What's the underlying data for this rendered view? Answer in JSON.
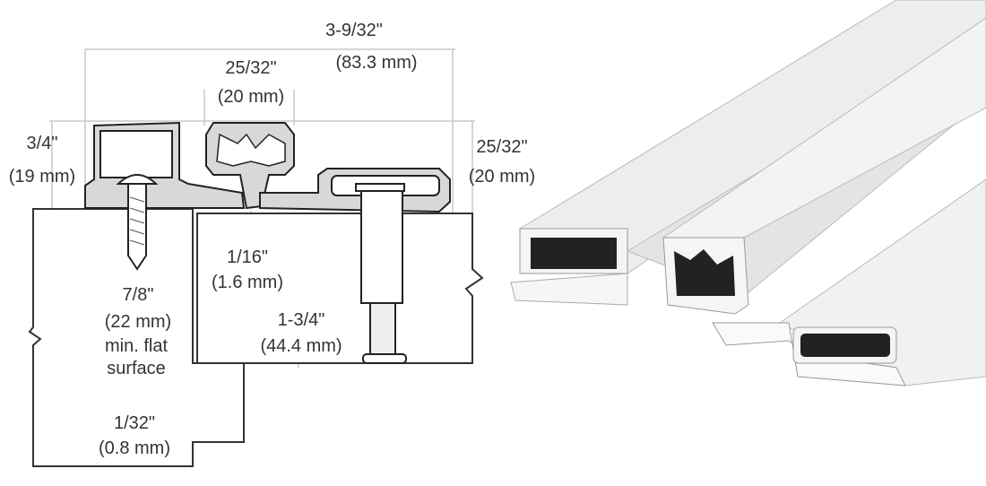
{
  "dimensions": {
    "overall_width": {
      "inch": "3-9/32\"",
      "mm": "(83.3 mm)"
    },
    "knuckle_width": {
      "inch": "25/32\"",
      "mm": "(20 mm)"
    },
    "leaf_height_left": {
      "inch": "3/4\"",
      "mm": "(19 mm)"
    },
    "leaf_height_right": {
      "inch": "25/32\"",
      "mm": "(20 mm)"
    },
    "gap": {
      "inch": "1/16\"",
      "mm": "(1.6 mm)"
    },
    "flat_surface": {
      "inch": "7/8\"",
      "mm": "(22 mm)",
      "note1": "min. flat",
      "note2": "surface"
    },
    "door_thickness": {
      "inch": "1-3/4\"",
      "mm": "(44.4 mm)"
    },
    "offset": {
      "inch": "1/32\"",
      "mm": "(0.8 mm)"
    }
  },
  "colors": {
    "line": "#222222",
    "dimension_line": "#c8c8c8",
    "profile_fill": "#d8d8d8",
    "render_light": "#f2f2f2",
    "render_mid": "#dcdcdc",
    "render_dark": "#222222"
  }
}
